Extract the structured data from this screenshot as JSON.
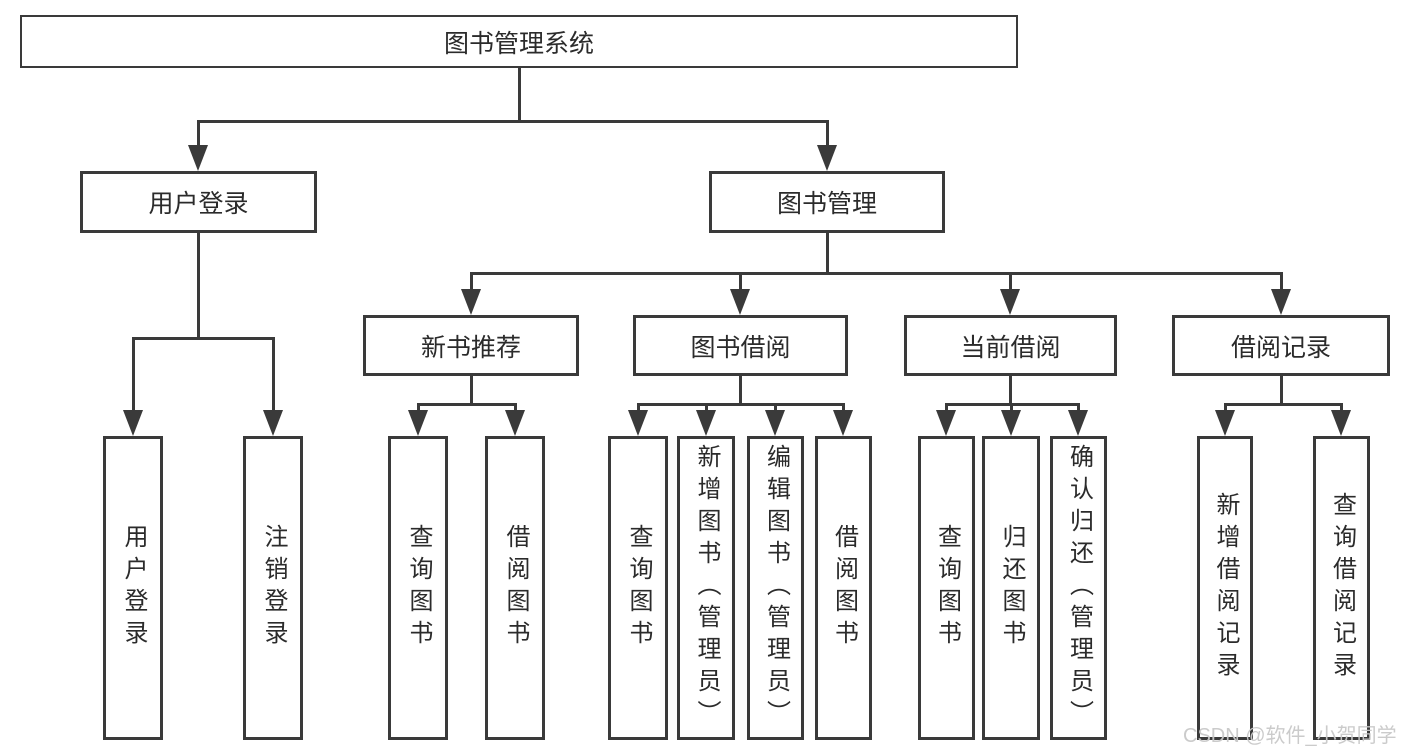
{
  "root": {
    "label": "图书管理系统"
  },
  "level2": {
    "user_login": {
      "label": "用户登录"
    },
    "book_mgmt": {
      "label": "图书管理"
    }
  },
  "level3": {
    "new_rec": {
      "label": "新书推荐"
    },
    "borrow": {
      "label": "图书借阅"
    },
    "current": {
      "label": "当前借阅"
    },
    "records": {
      "label": "借阅记录"
    }
  },
  "leaves": {
    "login": {
      "label": "用户登录"
    },
    "logout": {
      "label": "注销登录"
    },
    "rec_query": {
      "label": "查询图书"
    },
    "rec_borrow": {
      "label": "借阅图书"
    },
    "bb_query": {
      "label": "查询图书"
    },
    "bb_add": {
      "label": "新增图书（管理员）"
    },
    "bb_edit": {
      "label": "编辑图书（管理员）"
    },
    "bb_borrow": {
      "label": "借阅图书"
    },
    "cb_query": {
      "label": "查询图书"
    },
    "cb_return": {
      "label": "归还图书"
    },
    "cb_confirm": {
      "label": "确认归还（管理员）"
    },
    "br_add": {
      "label": "新增借阅记录"
    },
    "br_query": {
      "label": "查询借阅记录"
    }
  },
  "watermark": {
    "text": "CSDN @软件_小贺同学"
  },
  "colors": {
    "line": "#3a3a3a",
    "text": "#2b2b2b",
    "background": "#ffffff",
    "watermark": "#c9c9c9"
  }
}
